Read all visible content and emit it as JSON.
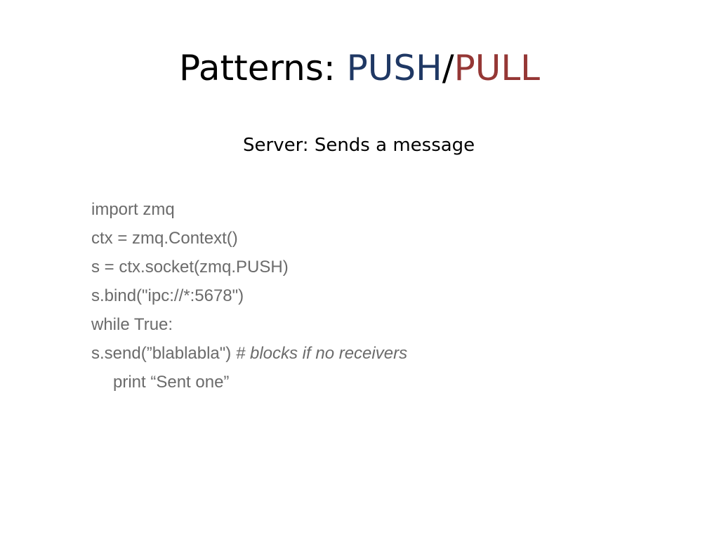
{
  "colors": {
    "push": "#1f3864",
    "pull": "#953735",
    "code": "#6b6b6b"
  },
  "title": {
    "prefix": "Patterns: ",
    "push": "PUSH",
    "separator": "/",
    "pull": "PULL"
  },
  "subtitle": "Server: Sends a message",
  "code": {
    "line1": "import zmq",
    "line2": "ctx = zmq.Context()",
    "line3": "s = ctx.socket(zmq.PUSH)",
    "line4": "s.bind(\"ipc://*:5678\")",
    "line5": "while True:",
    "line6_code": "s.send(”blablabla\") ",
    "line6_comment": "# blocks if no receivers",
    "line7": "print “Sent one”"
  }
}
